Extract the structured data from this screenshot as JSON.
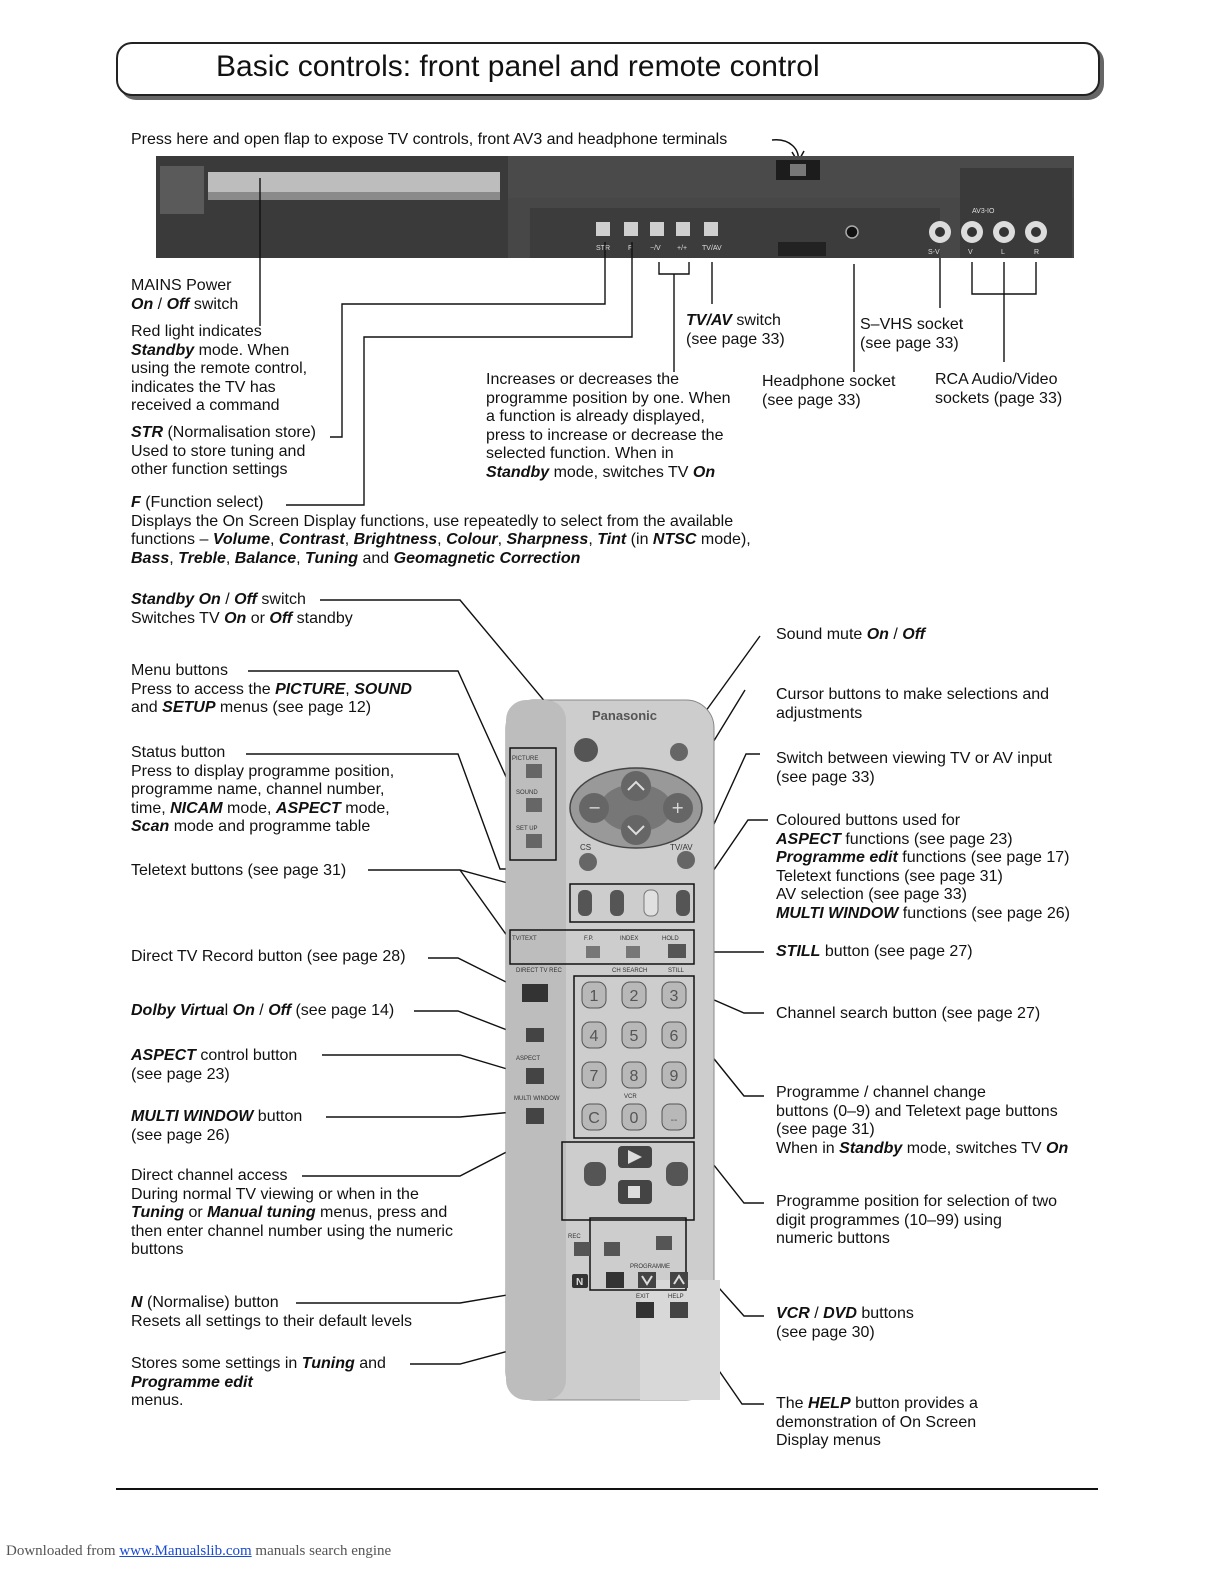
{
  "title": "Basic controls: front panel and remote control",
  "front": {
    "top_note": "Press here and open flap to expose TV controls, front AV3 and headphone terminals",
    "panel_labels": [
      "STR",
      "F",
      "−/V",
      "+/+",
      "TV/AV",
      "AV3-IO",
      "S-V",
      "V",
      "L",
      "R"
    ],
    "mains_l1": "MAINS Power",
    "mains_on": "On",
    "mains_sep": " / ",
    "mains_off": "Off",
    "mains_end": " switch",
    "red_l1": "Red light indicates",
    "red_standby": "Standby",
    "red_l2_end": " mode. When",
    "red_l3": "using the remote control,",
    "red_l4": "indicates the TV has",
    "red_l5": "received a command",
    "str_b": "STR",
    "str_rest": " (Normalisation store)",
    "str_l2": "Used to store tuning and",
    "str_l3": "other function settings",
    "tvav_b": "TV/AV",
    "tvav_rest": " switch",
    "tvav_l2": "(see page 33)",
    "svhs_l1": "S–VHS socket",
    "svhs_l2": "(see page 33)",
    "inc_l1": "Increases or decreases the",
    "inc_l2": "programme position by one. When",
    "inc_l3": "a function is already displayed,",
    "inc_l4": "press to increase or decrease the",
    "inc_l5": "selected function. When in",
    "inc_standby": "Standby",
    "inc_l6_mid": " mode, switches TV ",
    "inc_on": "On",
    "head_l1": "Headphone socket",
    "head_l2": "(see page 33)",
    "rca_l1": "RCA Audio/Video",
    "rca_l2": "sockets (page 33)",
    "f_b": "F",
    "f_rest": " (Function select)",
    "f_l2": "Displays the On Screen Display functions, use repeatedly to select from the available",
    "f_l3_a": "functions – ",
    "f_volume": "Volume",
    "f_comma": ", ",
    "f_contrast": "Contrast",
    "f_brightness": "Brightness",
    "f_colour": "Colour",
    "f_sharpness": "Sharpness",
    "f_tint": "Tint",
    "f_in": " (in ",
    "f_ntsc": "NTSC",
    "f_mode": " mode),",
    "f_bass": "Bass",
    "f_treble": "Treble",
    "f_balance": "Balance",
    "f_tuning": "Tuning",
    "f_and": " and ",
    "f_geo": "Geomagnetic Correction"
  },
  "remote_left": {
    "standby_b1": "Standby On",
    "sep": " / ",
    "standby_b2": "Off",
    "standby_rest": " switch",
    "standby_l2_a": "Switches TV ",
    "standby_on": "On",
    "standby_or": " or ",
    "standby_off": "Off",
    "standby_end": " standby",
    "menu_l1": "Menu buttons",
    "menu_l2_a": "Press to access the ",
    "menu_picture": "PICTURE",
    "menu_comma": ", ",
    "menu_sound": "SOUND",
    "menu_and": "and ",
    "menu_setup": "SETUP",
    "menu_end": " menus (see page 12)",
    "status_l1": "Status button",
    "status_l2": "Press to display programme position,",
    "status_l3": "programme name, channel number,",
    "status_l4_a": "time, ",
    "status_nicam": "NICAM",
    "status_l4_b": " mode, ",
    "status_aspect": "ASPECT",
    "status_l4_c": " mode,",
    "status_scan": "Scan",
    "status_l5_end": " mode and programme table",
    "teletext": "Teletext buttons (see page 31)",
    "direct_rec": "Direct TV Record button (see page 28)",
    "dolby_b": "Dolby Virtua",
    "dolby_l": "l ",
    "dolby_on": "On",
    "dolby_off": "Off",
    "dolby_end": " (see page 14)",
    "aspect_b": "ASPECT",
    "aspect_rest": " control button",
    "aspect_l2": "(see page 23)",
    "multi_b": "MULTI WINDOW",
    "multi_rest": " button",
    "multi_l2": "(see page 26)",
    "dca_l1": "Direct channel access",
    "dca_l2": "During normal TV viewing or when in the",
    "dca_tuning": "Tuning",
    "dca_or": " or ",
    "dca_manual": "Manual tuning",
    "dca_l3_end": " menus, press and",
    "dca_l4": "then enter channel number using the numeric",
    "dca_l5": "buttons",
    "n_b": "N",
    "n_rest": " (Normalise) button",
    "n_l2": "Resets all settings to their default levels",
    "stores_l1_a": "Stores some settings in ",
    "stores_tuning": "Tuning",
    "stores_and": " and",
    "stores_pe": "Programme edit",
    "stores_l3": "menus."
  },
  "remote_right": {
    "mute_a": "Sound mute ",
    "mute_on": "On",
    "sep": " / ",
    "mute_off": "Off",
    "cursor_l1": "Cursor buttons to make selections and",
    "cursor_l2": "adjustments",
    "switch_l1": "Switch between viewing TV or AV input",
    "switch_l2": "(see page 33)",
    "col_l1": "Coloured buttons used for",
    "col_aspect": "ASPECT",
    "col_aspect_end": " functions (see page 23)",
    "col_pe": "Programme edit",
    "col_pe_end": " functions (see page 17)",
    "col_tt": "Teletext functions (see page 31)",
    "col_av": "AV selection (see page 33)",
    "col_mw": "MULTI WINDOW",
    "col_mw_end": " functions (see page 26)",
    "still_b": "STILL",
    "still_rest": " button (see page 27)",
    "chsearch": "Channel search button (see page 27)",
    "prog_l1": "Programme / channel change",
    "prog_l2": "buttons (0–9) and Teletext page buttons",
    "prog_l3": "(see page 31)",
    "prog_l4_a": "When in ",
    "prog_standby": "Standby",
    "prog_l4_b": " mode, switches TV ",
    "prog_on": "On",
    "pos_l1": "Programme position for selection of two",
    "pos_l2": "digit programmes (10–99) using",
    "pos_l3": "numeric buttons",
    "vcr_b1": "VCR",
    "vcr_b2": "DVD",
    "vcr_rest": " buttons",
    "vcr_l2": "(see page 30)",
    "help_a": "The ",
    "help_b": "HELP",
    "help_rest": " button provides a",
    "help_l2": "demonstration of On Screen",
    "help_l3": "Display menus"
  },
  "remote": {
    "brand": "Panasonic",
    "menu_labels": [
      "PICTURE",
      "SOUND",
      "SET UP"
    ],
    "cs": "CS",
    "tvav": "TV/AV",
    "teletext_labels": [
      "TV/TEXT",
      "F.P.",
      "INDEX",
      "HOLD"
    ],
    "direct_label": "DIRECT TV REC",
    "ch_search": "CH SEARCH",
    "still": "STILL",
    "digits": [
      "1",
      "2",
      "3",
      "4",
      "5",
      "6",
      "7",
      "8",
      "9",
      "C",
      "0",
      "--"
    ],
    "vcr_label": "VCR",
    "aspect_label": "ASPECT",
    "multi_label": "MULTI WINDOW",
    "rec_label": "REC",
    "programme_label": "PROGRAMME",
    "n_label": "N",
    "exit_label": "EXIT",
    "help_label": "HELP"
  },
  "footer": {
    "prefix": "Downloaded from ",
    "link": "www.Manualslib.com",
    "suffix": "  manuals search engine"
  },
  "colors": {
    "panel_dark": "#3e3e3e",
    "remote_body": "#c9c9c9",
    "button_dark": "#555555"
  }
}
